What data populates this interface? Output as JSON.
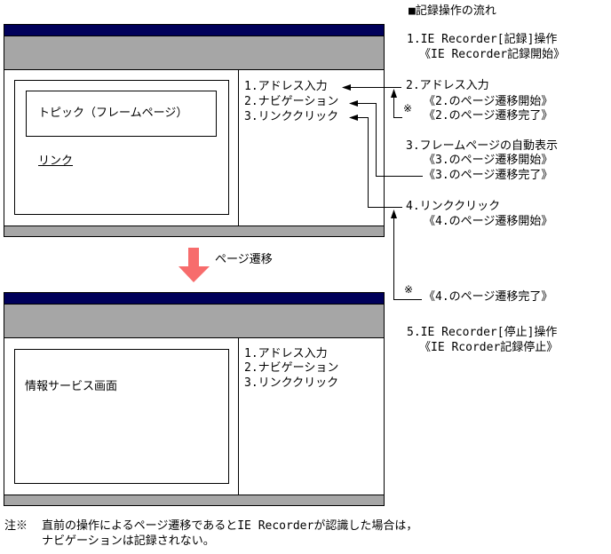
{
  "flow": {
    "title": "■記録操作の流れ",
    "steps": [
      {
        "label": "1.IE Recorder[記録]操作",
        "events": [
          "《IE Recorder記録開始》"
        ]
      },
      {
        "label": "2.アドレス入力",
        "events": [
          "《2.のページ遷移開始》",
          "《2.のページ遷移完了》"
        ],
        "note_mark": "※"
      },
      {
        "label": "3.フレームページの自動表示",
        "events": [
          "《3.のページ遷移開始》",
          "《3.のページ遷移完了》"
        ]
      },
      {
        "label": "4.リンククリック",
        "events": [
          "《4.のページ遷移開始》",
          "《4.のページ遷移完了》"
        ],
        "note_mark": "※"
      },
      {
        "label": "5.IE Recorder[停止]操作",
        "events": [
          "《IE Rcorder記録停止》"
        ]
      }
    ]
  },
  "screen_before": {
    "topic_box": "トピック（フレームページ）",
    "link": "リンク",
    "history": [
      "1.アドレス入力",
      "2.ナビゲーション",
      "3.リンククリック"
    ]
  },
  "transition": {
    "label": "ページ遷移",
    "arrow_color": "#f76c6c"
  },
  "screen_after": {
    "content": "情報サービス画面",
    "history": [
      "1.アドレス入力",
      "2.ナビゲーション",
      "3.リンククリック"
    ]
  },
  "footnote": {
    "mark": "注※",
    "lines": [
      "直前の操作によるページ遷移であるとIE Recorderが認識した場合は，",
      "ナビゲーションは記録されない。"
    ]
  },
  "colors": {
    "titlebar": "#00005a",
    "toolbar": "#a6a6a6"
  }
}
